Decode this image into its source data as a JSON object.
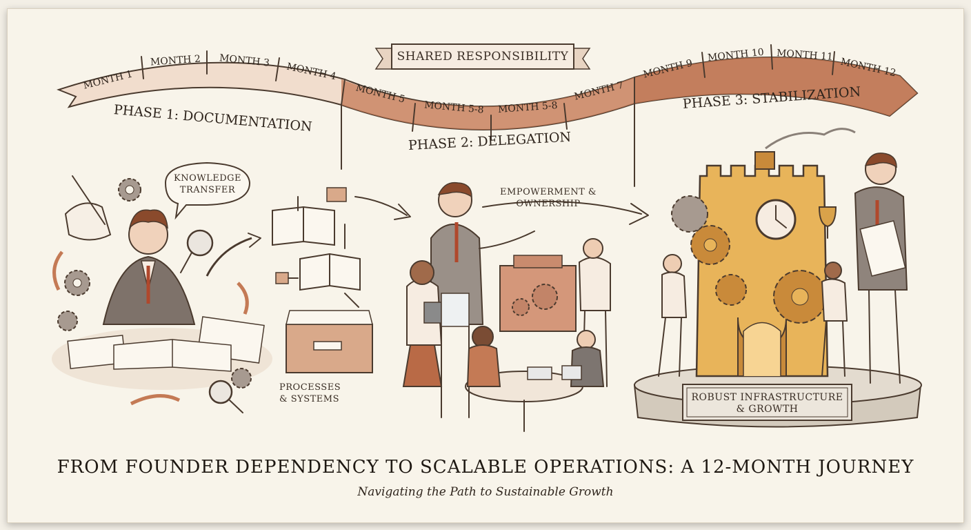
{
  "banner_top": "SHARED RESPONSIBILITY",
  "months": [
    "MONTH 1",
    "MONTH 2",
    "MONTH 3",
    "MONTH 4",
    "MONTH 5",
    "MONTH 5-8",
    "MONTH 5-8",
    "MONTH 7",
    "MONTH 9",
    "MONTH 10",
    "MONTH 11",
    "MONTH 12"
  ],
  "phases": {
    "p1": "PHASE 1: DOCUMENTATION",
    "p2": "PHASE 2: DELEGATION",
    "p3": "PHASE 3: STABILIZATION"
  },
  "bubble": "KNOWLEDGE TRANSFER",
  "processes": "PROCESSES & SYSTEMS",
  "empowerment": "EMPOWERMENT & OWNERSHIP",
  "infrastructure": "ROBUST INFRASTRUCTURE & GROWTH",
  "title": "FROM FOUNDER DEPENDENCY TO SCALABLE OPERATIONS: A 12-MONTH JOURNEY",
  "subtitle": "Navigating the Path to Sustainable Growth",
  "colors": {
    "ribbon_light": "#f1ddcd",
    "ribbon_dark": "#c47a55",
    "gold": "#e8b45a",
    "ink": "#4a3a2e"
  }
}
